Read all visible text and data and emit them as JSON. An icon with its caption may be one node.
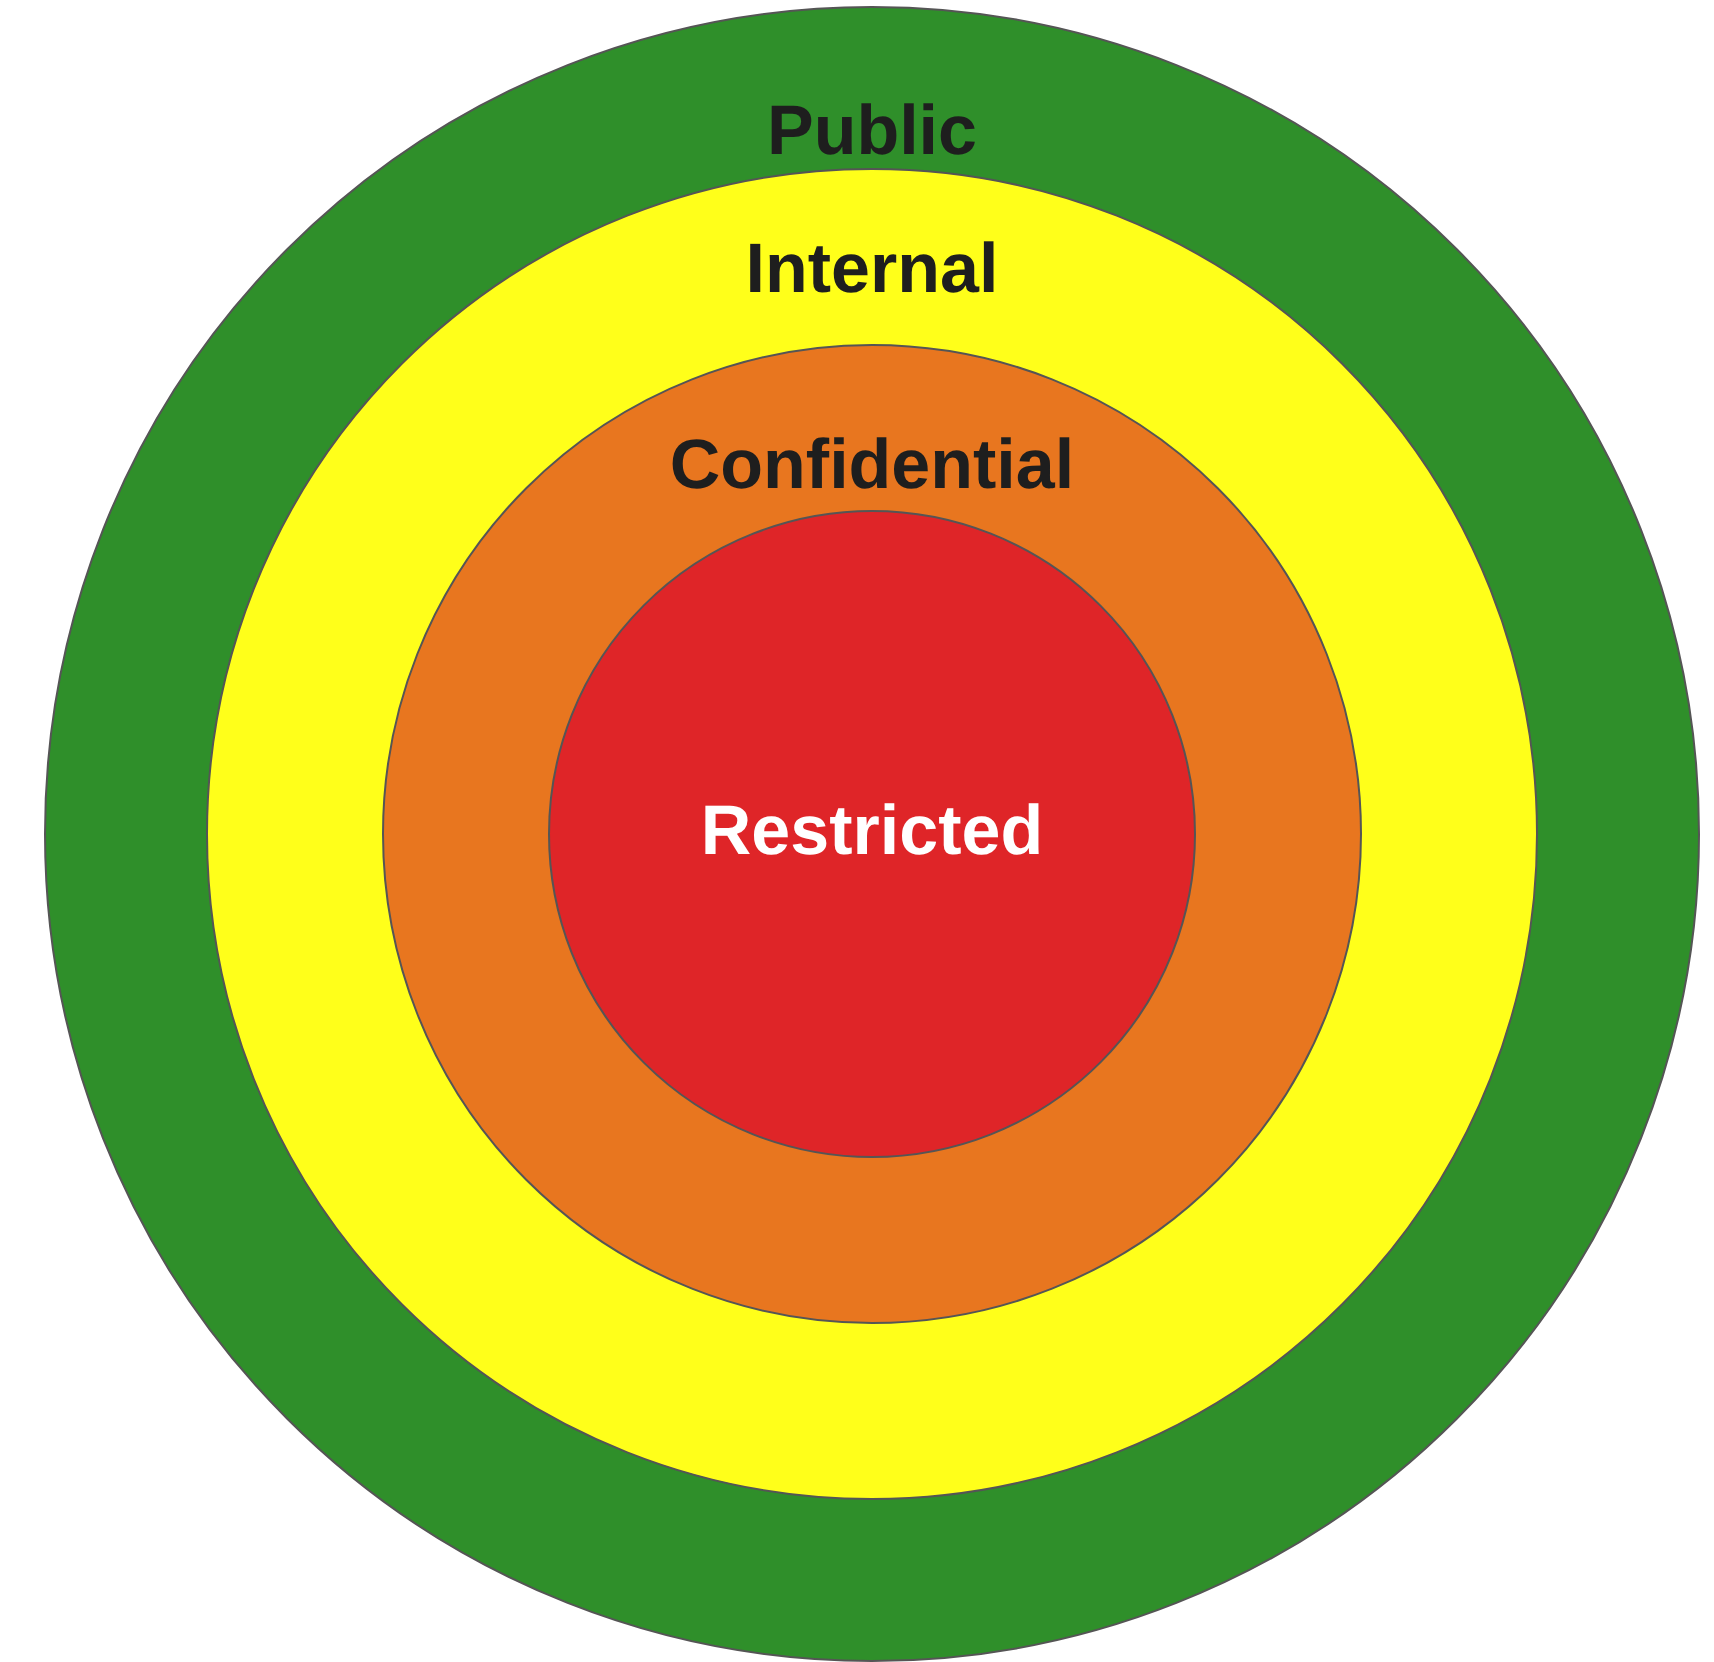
{
  "diagram": {
    "nodes": [
      {
        "text": [
          "Public"
        ]
      },
      {
        "text": [
          "Internal"
        ],
        "in": 0
      },
      {
        "text": [
          "Confidential"
        ],
        "in": 1
      },
      {
        "text": [
          "Restricted"
        ],
        "in": 2
      }
    ]
  }
}
